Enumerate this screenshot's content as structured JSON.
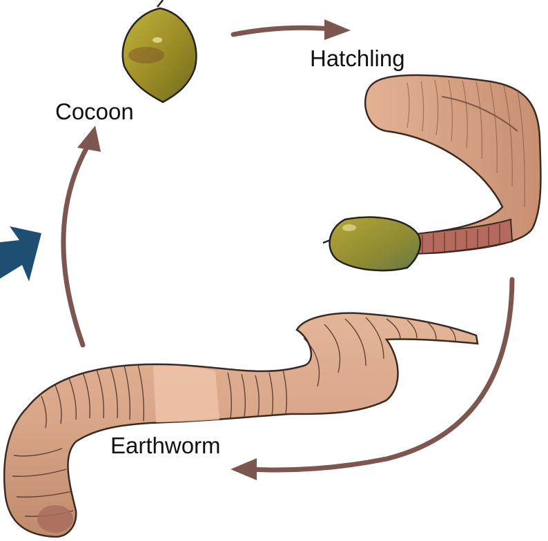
{
  "stages": {
    "cocoon": "Cocoon",
    "hatchling": "Hatchling",
    "earthworm": "Earthworm"
  },
  "colors": {
    "arrow": "#7d5650",
    "big_arrow": "#1e4f73",
    "worm_body": "#d9a98a",
    "worm_clitellum": "#efc3a8",
    "hatchling_tail": "#b56a5e",
    "cocoon_fill": "#a89a2e",
    "cocoon_dark": "#6f7a45"
  },
  "icons": [
    "cocoon-icon",
    "hatching-cocoon-icon",
    "hatchling-worm-icon",
    "earthworm-icon",
    "cycle-arrow-icon",
    "pointer-arrow-icon"
  ]
}
